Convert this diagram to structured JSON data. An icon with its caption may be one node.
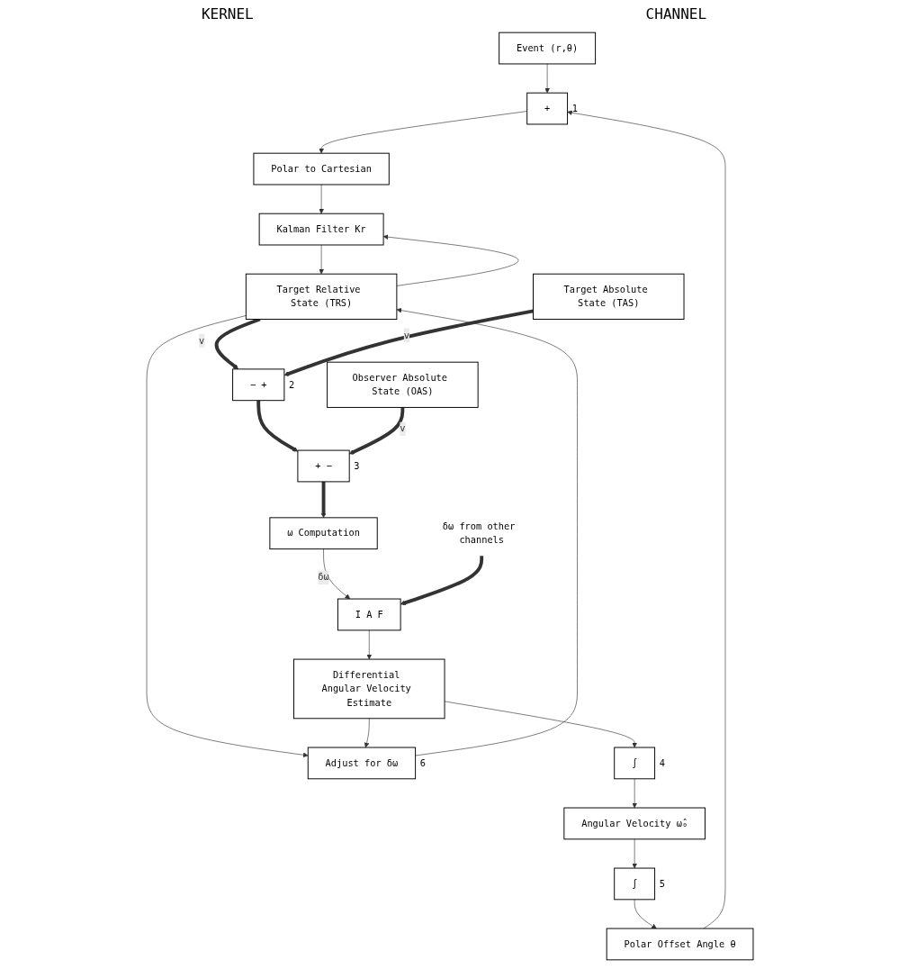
{
  "diagram": {
    "nodes": [
      {
        "text": [
          "Event (r,θ)"
        ]
      },
      {
        "text": [
          "+"
        ],
        "beside": [
          "1"
        ]
      },
      {
        "text": [
          "Polar Offset Angle θ̂"
        ]
      },
      {
        "text": [
          "Polar to Cartesian"
        ]
      },
      {
        "text": [
          "Adjust for δω̂"
        ],
        "beside": [
          "6"
        ]
      },
      {
        "text": [
          "Target Relative State (TRS)"
        ]
      },
      {
        "text": [
          "Kalman Filter Kr"
        ]
      },
      {
        "text": [
          "∫"
        ],
        "beside": [
          "5"
        ]
      },
      {
        "text": [
          "Angular Velocity ω̂₀"
        ]
      },
      {
        "text": [
          "Target Absolute State (TAS)"
        ]
      },
      {
        "text": [
          "− +"
        ],
        "beside": [
          "2"
        ]
      },
      {
        "text": [
          "+ −"
        ],
        "beside": [
          "3"
        ]
      },
      {
        "text": [
          "∫"
        ],
        "beside": [
          "4"
        ]
      },
      {
        "text": [
          "ω Computation"
        ]
      },
      {
        "text": [
          "Differential Angular Velocity Estimate"
        ]
      },
      {
        "text": [
          "I A F"
        ]
      },
      {
        "text": [
          "Observer Absolute State (OAS)"
        ]
      },
      {
        "text": [
          "δω from other channels"
        ]
      }
    ],
    "edges": [
      {
        "from": 0,
        "to": 1,
        "arrow": "to"
      },
      {
        "from": 2,
        "to": 1,
        "arrow": "to"
      },
      {
        "from": 1,
        "to": 3,
        "arrow": "to"
      },
      {
        "from": 3,
        "to": 6,
        "arrow": "to"
      },
      {
        "from": 6,
        "to": 5,
        "arrow": "to"
      },
      {
        "from": 5,
        "to": 6,
        "arrow": "to"
      },
      {
        "from": 5,
        "to": 4,
        "arrow": "to"
      },
      {
        "from": 4,
        "to": 5,
        "arrow": "to"
      },
      {
        "from": 5,
        "to": 10,
        "arrow": "to",
        "label": "v",
        "style": "thick"
      },
      {
        "from": 9,
        "to": 10,
        "arrow": "to",
        "label": "v",
        "style": "thick"
      },
      {
        "from": 10,
        "to": 11,
        "arrow": "to",
        "style": "thick"
      },
      {
        "from": 16,
        "to": 11,
        "arrow": "to",
        "label": "v",
        "style": "thick"
      },
      {
        "from": 11,
        "to": 13,
        "arrow": "to",
        "style": "thick"
      },
      {
        "from": 13,
        "to": 15,
        "arrow": "to",
        "label": "δω"
      },
      {
        "from": 15,
        "to": 14,
        "arrow": "to"
      },
      {
        "from": 14,
        "to": 12,
        "arrow": "to"
      },
      {
        "from": 14,
        "to": 4,
        "arrow": "to"
      },
      {
        "from": 12,
        "to": 8,
        "arrow": "to"
      },
      {
        "from": 8,
        "to": 7,
        "arrow": "to"
      },
      {
        "from": 7,
        "to": 2,
        "arrow": "to"
      },
      {
        "from": 17,
        "to": 15,
        "arrow": "to",
        "style": "thick"
      }
    ],
    "labels": [
      "KERNEL",
      "CHANNEL"
    ]
  }
}
